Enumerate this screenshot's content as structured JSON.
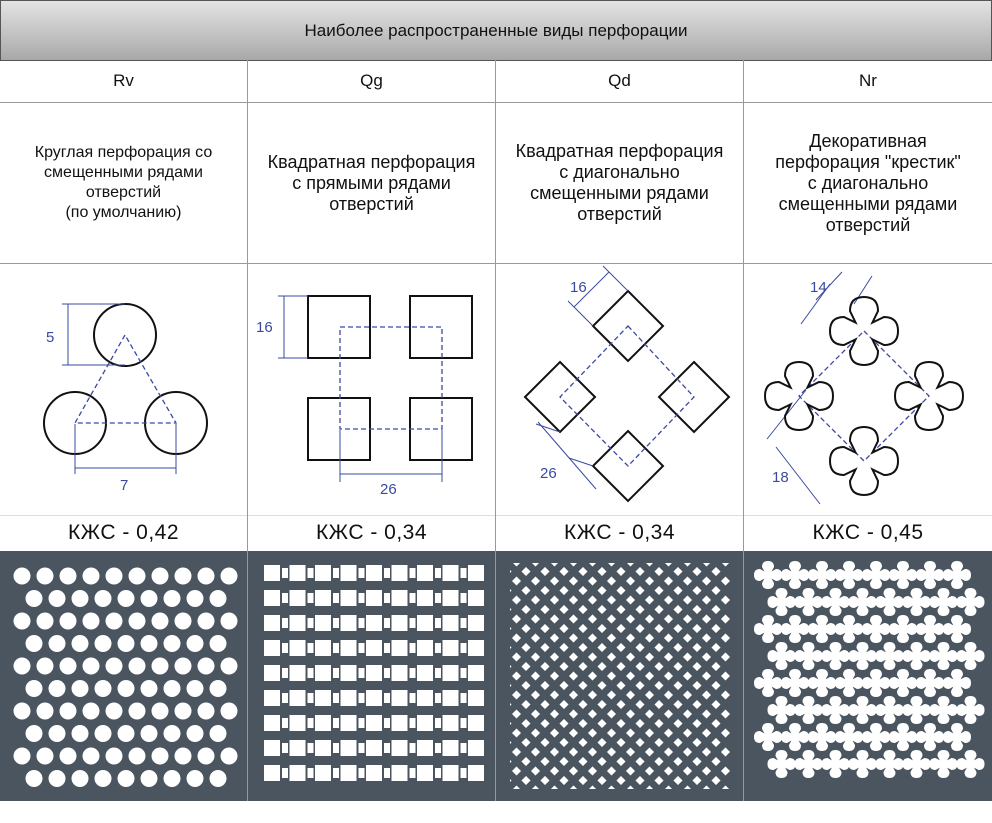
{
  "table": {
    "title": "Наиболее распространенные виды перфорации",
    "columns": [
      {
        "code": "Rv",
        "description": "Круглая перфорация со\nсмещенными рядами\nотверстий\n(по умолчанию)",
        "dims": [
          "5",
          "7"
        ],
        "kzhs": "КЖС - 0,42"
      },
      {
        "code": "Qg",
        "description": "Квадратная перфорация\nс прямыми рядами\nотверстий",
        "dims": [
          "16",
          "26"
        ],
        "kzhs": "КЖС - 0,34"
      },
      {
        "code": "Qd",
        "description": "Квадратная перфорация\nс диагонально\nсмещенными рядами\nотверстий",
        "dims": [
          "16",
          "26"
        ],
        "kzhs": "КЖС - 0,34"
      },
      {
        "code": "Nr",
        "description": "Декоративная\nперфорация \"крестик\"\nс диагонально\nсмещенными рядами\nотверстий",
        "dims": [
          "14",
          "18"
        ],
        "kzhs": "КЖС - 0,45"
      }
    ]
  },
  "colors": {
    "header_top": "#e4e4e4",
    "header_bottom": "#a8a8a8",
    "sheet": "#4a5560",
    "dimension_lines": "#3a4aa0",
    "outline": "#111111"
  }
}
